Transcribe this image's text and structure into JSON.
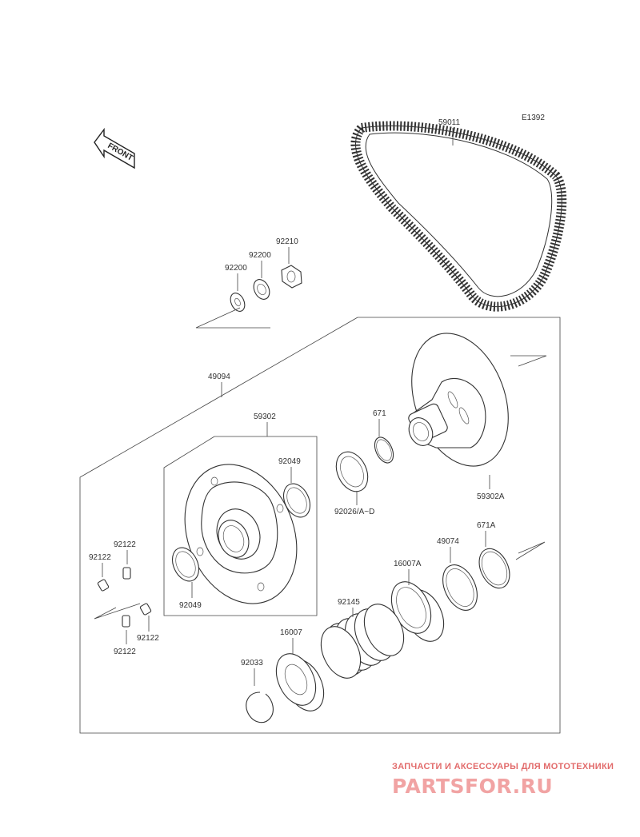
{
  "diagram_code": "E1392",
  "front_arrow": {
    "label": "FRONT",
    "icon": "front-arrow-icon"
  },
  "labels": {
    "belt": "59011",
    "washer_a": "92200",
    "washer_b": "92200",
    "nut": "92210",
    "assembly": "49094",
    "sheave_assy": "59302",
    "seal_upper": "92049",
    "seal_lower": "92049",
    "oring_671": "671",
    "shim_92026": "92026/A~D",
    "sheave_59302A": "59302A",
    "oring_671A": "671A",
    "ring_49074": "49074",
    "collar_16007A": "16007A",
    "spring": "92145",
    "collar_16007": "16007",
    "circlip": "92033",
    "fitting_1": "92122",
    "fitting_2": "92122",
    "fitting_3": "92122",
    "fitting_4": "92122"
  },
  "watermark": {
    "line1": "ЗАПЧАСТИ И АКСЕССУАРЫ ДЛЯ МОТОТЕХНИКИ",
    "line2": "PARTSFOR.RU",
    "color": "#e26b6b"
  }
}
